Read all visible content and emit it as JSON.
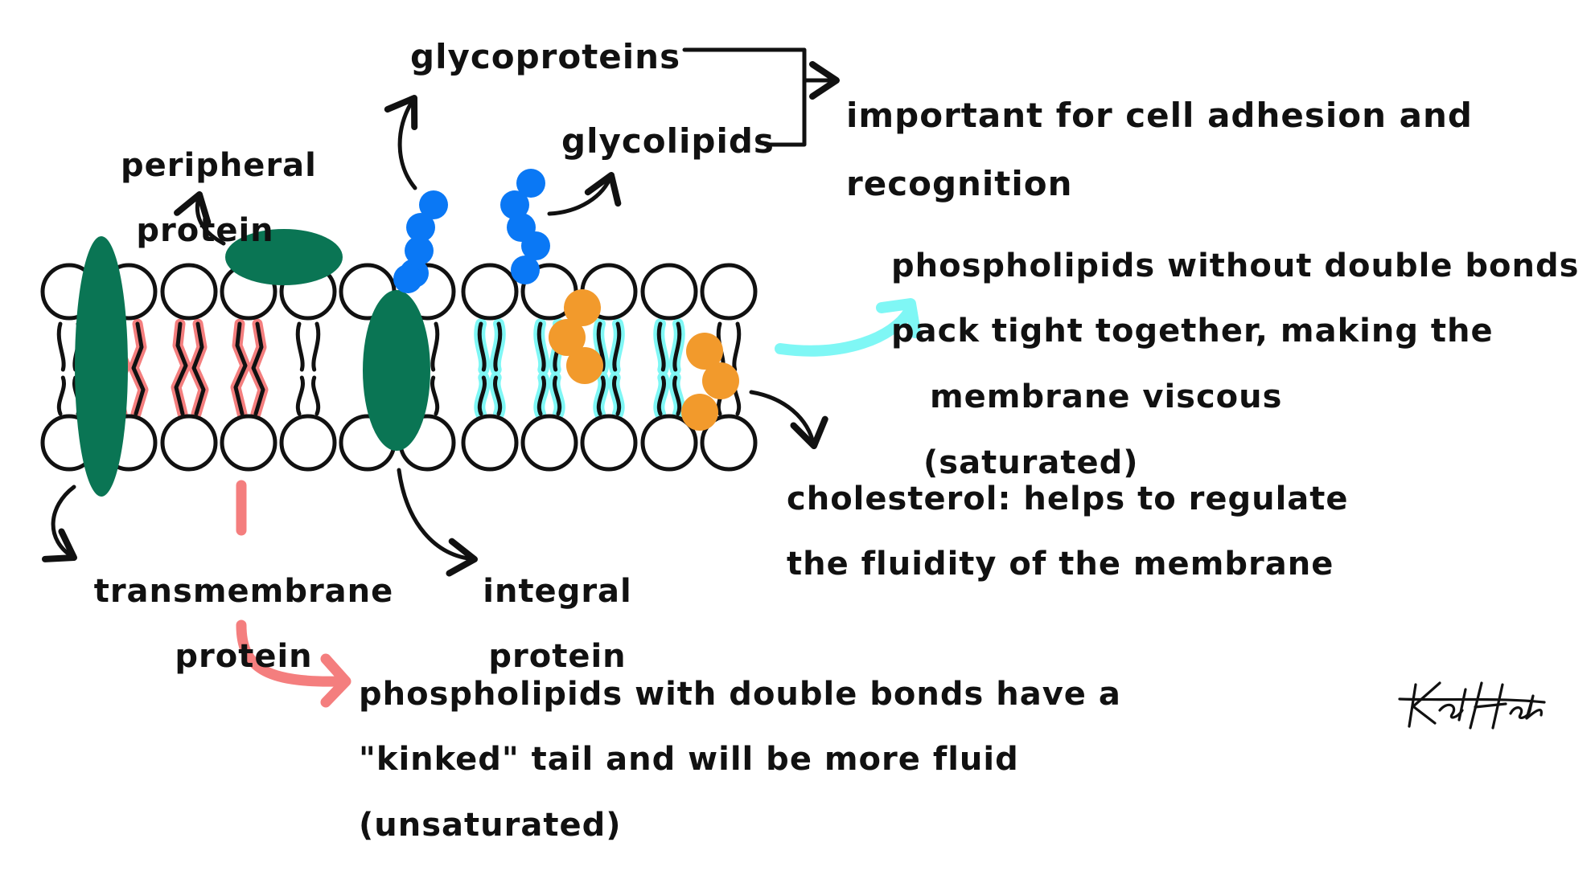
{
  "colors": {
    "protein": "#0a7554",
    "glycan": "#0a78f5",
    "cholesterol": "#f29a2c",
    "unsaturated_accent": "#f47e7e",
    "saturated_accent": "#7ff7f5",
    "outline": "#111111",
    "background": "#ffffff"
  },
  "labels": {
    "glycoproteins": "glycoproteins",
    "glycolipids": "glycolipids",
    "adhesion": [
      "important for cell adhesion and",
      "recognition"
    ],
    "peripheral": [
      "peripheral",
      "protein"
    ],
    "saturated": [
      "phospholipids without double bonds",
      "pack tight together, making the",
      "membrane viscous",
      "(saturated)"
    ],
    "cholesterol": [
      "cholesterol: helps to regulate",
      "the fluidity of the membrane"
    ],
    "transmembrane": [
      "transmembrane",
      "protein"
    ],
    "integral": [
      "integral",
      "protein"
    ],
    "unsaturated": [
      "phospholipids with double bonds have a",
      "\"kinked\" tail and will be more fluid",
      "(unsaturated)"
    ]
  },
  "signature": "Kali Holder"
}
